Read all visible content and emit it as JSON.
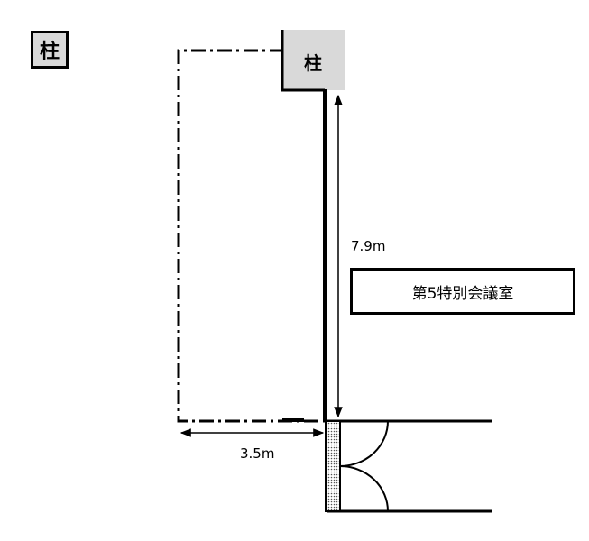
{
  "legend": {
    "pillar_symbol": "柱"
  },
  "pillar": {
    "label": "柱",
    "fill": "#d9d9d9"
  },
  "dimensions": {
    "vertical": "7.9m",
    "horizontal": "3.5m"
  },
  "room": {
    "name": "第5特別会議室"
  },
  "colors": {
    "line": "#000000",
    "pillar_fill": "#d9d9d9",
    "door_fill": "#c8c8c8"
  }
}
